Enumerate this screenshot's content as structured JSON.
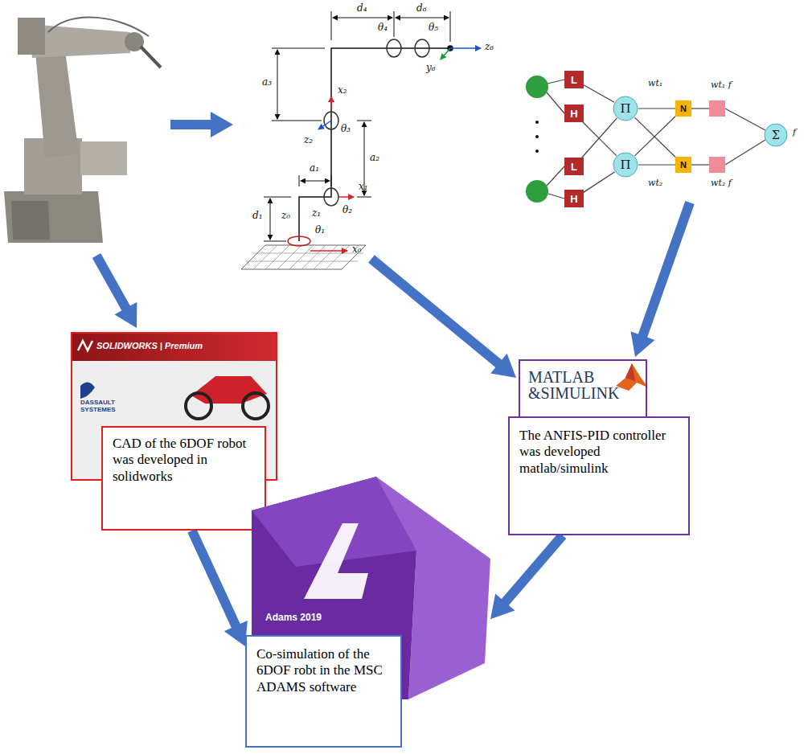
{
  "diagram": {
    "nodes": [
      {
        "text": [
          "L"
        ]
      },
      {
        "text": [
          "H"
        ]
      },
      {
        "text": [
          "L"
        ]
      },
      {
        "text": [
          "H"
        ]
      },
      {
        "text": [
          "Π"
        ]
      },
      {
        "text": [
          "Π"
        ]
      },
      {
        "text": [
          "N"
        ]
      },
      {
        "text": [
          "N"
        ]
      },
      {
        "text": [
          "Σ"
        ]
      },
      {
        "text": [
          "SOLIDWORKS | Premium",
          "DASSAULT SYSTEMES"
        ]
      },
      {
        "text": [
          "CAD of the 6DOF robot was developed in solidworks"
        ]
      },
      {
        "text": [
          "MATLAB &SIMULINK"
        ]
      },
      {
        "text": [
          "The ANFIS-PID controller was developed matlab/simulink"
        ]
      },
      {
        "text": [
          "Adams 2019"
        ]
      },
      {
        "text": [
          "Co-simulation of the 6DOF robt in the MSC ADAMS software"
        ]
      }
    ],
    "edges": [
      {
        "from": 0,
        "to": 4,
        "arrow": "none"
      },
      {
        "from": 1,
        "to": 5,
        "arrow": "none"
      },
      {
        "from": 2,
        "to": 4,
        "arrow": "none"
      },
      {
        "from": 3,
        "to": 5,
        "arrow": "none"
      },
      {
        "from": 4,
        "to": 6,
        "arrow": "none"
      },
      {
        "from": 4,
        "to": 7,
        "arrow": "none"
      },
      {
        "from": 5,
        "to": 6,
        "arrow": "none"
      },
      {
        "from": 5,
        "to": 7,
        "arrow": "none"
      },
      {
        "from": 10,
        "to": 14,
        "arrow": "to"
      },
      {
        "from": 12,
        "to": 13,
        "arrow": "to"
      }
    ],
    "labels": [
      "d₄",
      "d₆",
      "θ₄",
      "θ₅",
      "z₆",
      "y₆",
      "a₃",
      "x₂",
      "θ₃",
      "z₂",
      "a₂",
      "a₁",
      "x₁",
      "θ₂",
      "z₁",
      "z₀",
      "d₁",
      "θ₁",
      "x₀",
      "wt₁",
      "wt₂",
      "wt₁ f",
      "wt₂ f",
      "f"
    ]
  }
}
